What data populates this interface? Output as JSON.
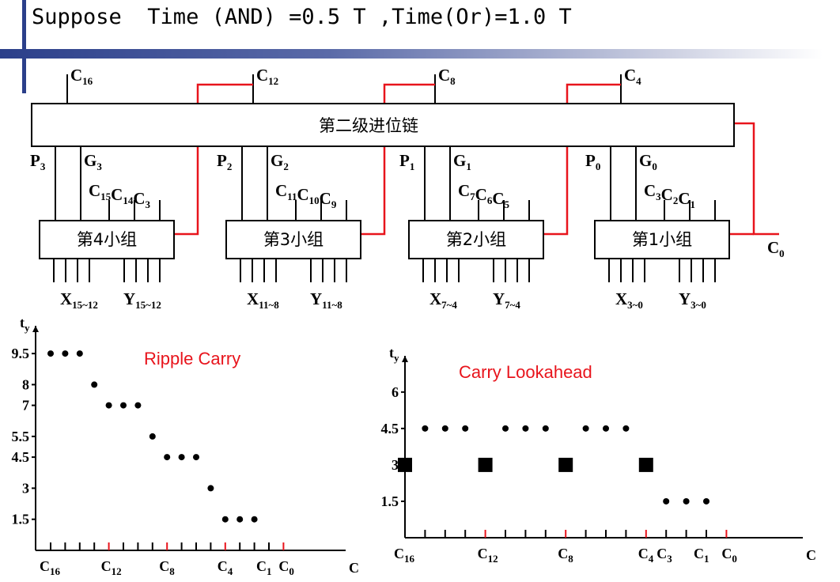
{
  "title": "Suppose  Time (AND) =0.5 T ,Time(Or)=1.0 T",
  "chain_label": "第二级进位链",
  "groups": [
    {
      "label": "第4小组",
      "p": "P",
      "p_sub": "3",
      "g": "G",
      "g_sub": "3",
      "c_in": [
        "C15",
        "C14",
        "C3"
      ],
      "x": "X",
      "x_sub": "15~12",
      "y": "Y",
      "y_sub": "15~12"
    },
    {
      "label": "第3小组",
      "p": "P",
      "p_sub": "2",
      "g": "G",
      "g_sub": "2",
      "c_in": [
        "C11",
        "C10",
        "C9"
      ],
      "x": "X",
      "x_sub": "11~8",
      "y": "Y",
      "y_sub": "11~8"
    },
    {
      "label": "第2小组",
      "p": "P",
      "p_sub": "1",
      "g": "G",
      "g_sub": "1",
      "c_in": [
        "C7",
        "C6",
        "C5"
      ],
      "x": "X",
      "x_sub": "7~4",
      "y": "Y",
      "y_sub": "7~4"
    },
    {
      "label": "第1小组",
      "p": "P",
      "p_sub": "0",
      "g": "G",
      "g_sub": "0",
      "c_in": [
        "C3",
        "C2",
        "C1"
      ],
      "x": "X",
      "x_sub": "3~0",
      "y": "Y",
      "y_sub": "3~0"
    }
  ],
  "top_outputs": [
    "C16",
    "C12",
    "C8",
    "C4"
  ],
  "c0_label": "C0",
  "colors": {
    "wire_red": "#e8141c",
    "accent_blue": "#2b3f8a",
    "text": "#000000"
  },
  "chart_data": [
    {
      "type": "scatter",
      "title": "Ripple Carry",
      "ylabel": "ty",
      "xlabel": "C",
      "yticks": [
        9.5,
        8,
        7,
        5.5,
        4.5,
        3,
        1.5
      ],
      "xticks": [
        "C16",
        "C12",
        "C8",
        "C4",
        "C1",
        "C0"
      ],
      "points": [
        {
          "x": 16,
          "y": 9.5
        },
        {
          "x": 15,
          "y": 9.5
        },
        {
          "x": 14,
          "y": 9.5
        },
        {
          "x": 13,
          "y": 8
        },
        {
          "x": 12,
          "y": 7
        },
        {
          "x": 11,
          "y": 7
        },
        {
          "x": 10,
          "y": 7
        },
        {
          "x": 9,
          "y": 5.5
        },
        {
          "x": 8,
          "y": 4.5
        },
        {
          "x": 7,
          "y": 4.5
        },
        {
          "x": 6,
          "y": 4.5
        },
        {
          "x": 5,
          "y": 3
        },
        {
          "x": 4,
          "y": 1.5
        },
        {
          "x": 3,
          "y": 1.5
        },
        {
          "x": 2,
          "y": 1.5
        }
      ]
    },
    {
      "type": "scatter",
      "title": "Carry Lookahead",
      "ylabel": "ty",
      "xlabel": "C",
      "yticks": [
        6,
        4.5,
        3,
        1.5
      ],
      "xticks": [
        "C16",
        "C12",
        "C8",
        "C4",
        "C3",
        "C1",
        "C0"
      ],
      "points": [
        {
          "x": 15,
          "y": 4.5
        },
        {
          "x": 14,
          "y": 4.5
        },
        {
          "x": 13,
          "y": 4.5
        },
        {
          "x": 11,
          "y": 4.5
        },
        {
          "x": 10,
          "y": 4.5
        },
        {
          "x": 9,
          "y": 4.5
        },
        {
          "x": 7,
          "y": 4.5
        },
        {
          "x": 6,
          "y": 4.5
        },
        {
          "x": 5,
          "y": 4.5
        },
        {
          "x": 3,
          "y": 1.5
        },
        {
          "x": 2,
          "y": 1.5
        },
        {
          "x": 1,
          "y": 1.5
        }
      ],
      "square_points": [
        {
          "x": 16,
          "y": 3
        },
        {
          "x": 12,
          "y": 3
        },
        {
          "x": 8,
          "y": 3
        },
        {
          "x": 4,
          "y": 3
        }
      ]
    }
  ]
}
